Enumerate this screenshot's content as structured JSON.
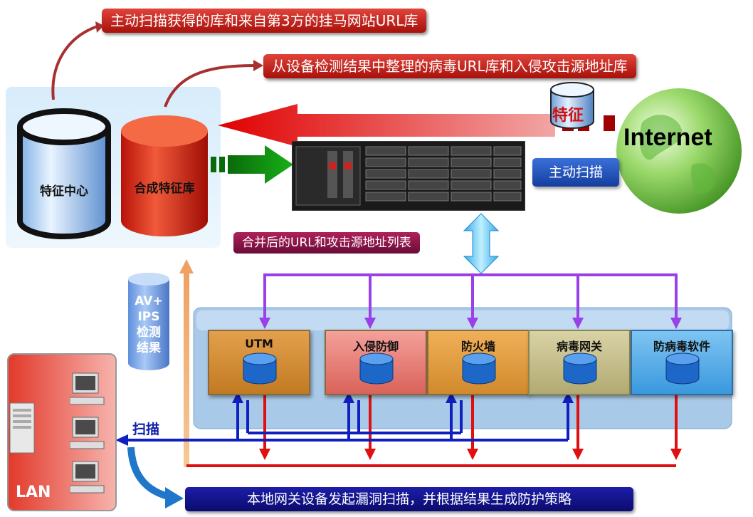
{
  "callouts": {
    "top": "主动扫描获得的库和来自第3方的挂马网站URL库",
    "second": "从设备检测结果中整理的病毒URL库和入侵攻击源地址库"
  },
  "left_panel": {
    "feature_center": "特征中心",
    "synth_lib": "合成特征库"
  },
  "internet": {
    "label": "Internet",
    "feature_tag": "特征"
  },
  "active_scan": "主动扫描",
  "merged_list": "合并后的URL和攻击源地址列表",
  "avips": {
    "line1": "AV+",
    "line2": "IPS",
    "line3": "检测",
    "line4": "结果"
  },
  "devices": [
    {
      "label": "UTM"
    },
    {
      "label": "入侵防御"
    },
    {
      "label": "防火墙"
    },
    {
      "label": "病毒网关"
    },
    {
      "label": "防病毒软件"
    }
  ],
  "scan_label": "扫描",
  "lan_label": "LAN",
  "bottom_banner": "本地网关设备发起漏洞扫描，并根据结果生成防护策略",
  "colors": {
    "red_accent": "#d01010",
    "blue_accent": "#1020c0",
    "purple_line": "#9a40e8"
  }
}
